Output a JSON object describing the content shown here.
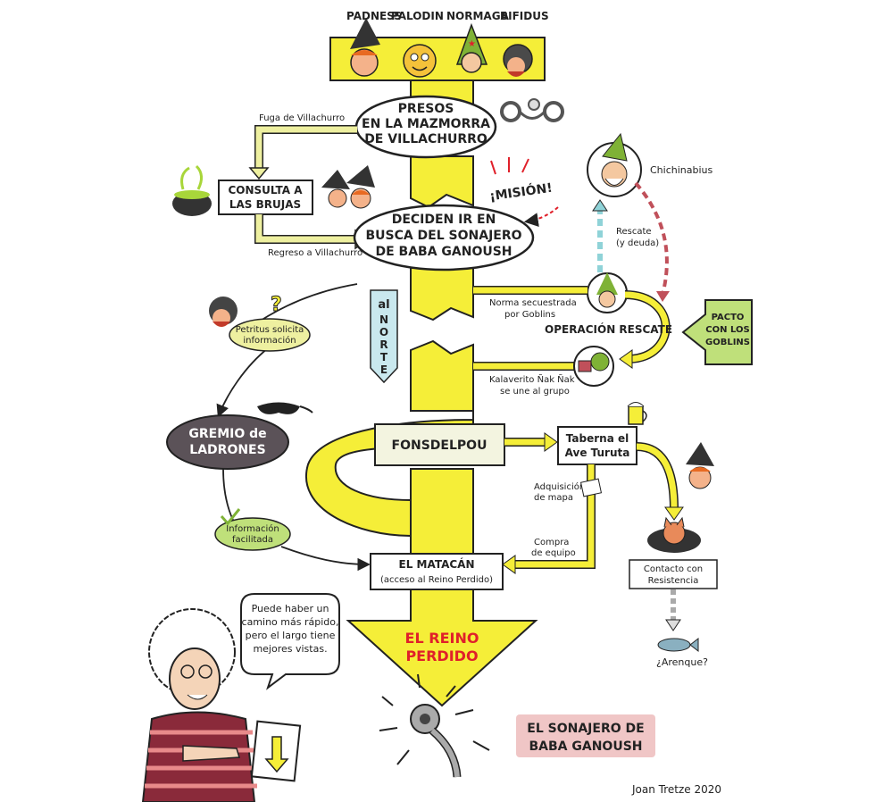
{
  "characters": [
    "PADNESS",
    "PALODIN",
    "NORMAGA",
    "BIFIDUS"
  ],
  "nodes": {
    "presos": [
      "PRESOS",
      "EN LA MAZMORRA",
      "DE VILLACHURRO"
    ],
    "consulta": [
      "CONSULTA A",
      "LAS BRUJAS"
    ],
    "deciden": [
      "DECIDEN IR EN",
      "BUSCA DEL SONAJERO",
      "DE BABA GANOUSH"
    ],
    "operacion": "OPERACIÓN RESCATE",
    "pacto": [
      "PACTO",
      "CON LOS",
      "GOBLINS"
    ],
    "gremio": [
      "GREMIO de",
      "LADRONES"
    ],
    "fonsdelpou": "FONSDELPOU",
    "taberna": [
      "Taberna el",
      "Ave Turuta"
    ],
    "matacan": [
      "EL MATACÁN",
      "(acceso al Reino Perdido)"
    ],
    "reino": [
      "EL REINO",
      "PERDIDO"
    ],
    "contacto": [
      "Contacto con",
      "Resistencia"
    ],
    "sonajero": [
      "EL SONAJERO DE",
      "BABA GANOUSH"
    ],
    "petritus": [
      "Petritus solicita",
      "información"
    ],
    "informacion": [
      "Información",
      "facilitada"
    ]
  },
  "labels": {
    "fuga": "Fuga de Villachurro",
    "regreso": "Regreso a Villachurro",
    "mision": "¡MISIÓN!",
    "chichinabius": "Chichinabius",
    "rescate": [
      "Rescate",
      "(y deuda)"
    ],
    "norma": [
      "Norma secuestrada",
      "por Goblins"
    ],
    "kalaverito": [
      "Kalaverito Ñak Ñak",
      "se une al grupo"
    ],
    "norte": [
      "al",
      "NORTE"
    ],
    "adquisicion": [
      "Adquisición",
      "de mapa"
    ],
    "compra": [
      "Compra",
      "de equipo"
    ],
    "arenque": "¿Arenque?",
    "speech": [
      "Puede haber un",
      "camino más rápido,",
      "pero el largo tiene",
      "mejores vistas."
    ],
    "signature": "Joan Tretze 2020"
  },
  "colors": {
    "yellow": "#f5ee38",
    "yellowSoft": "#eef0a0",
    "green": "#bfe07a",
    "greenDark": "#7fb236",
    "teal": "#c9e8ee",
    "dark": "#5b5258",
    "red": "#e0202a",
    "pink": "#f0c6c6",
    "cream": "#f3f4e0",
    "maroon": "#8a2a3a"
  }
}
